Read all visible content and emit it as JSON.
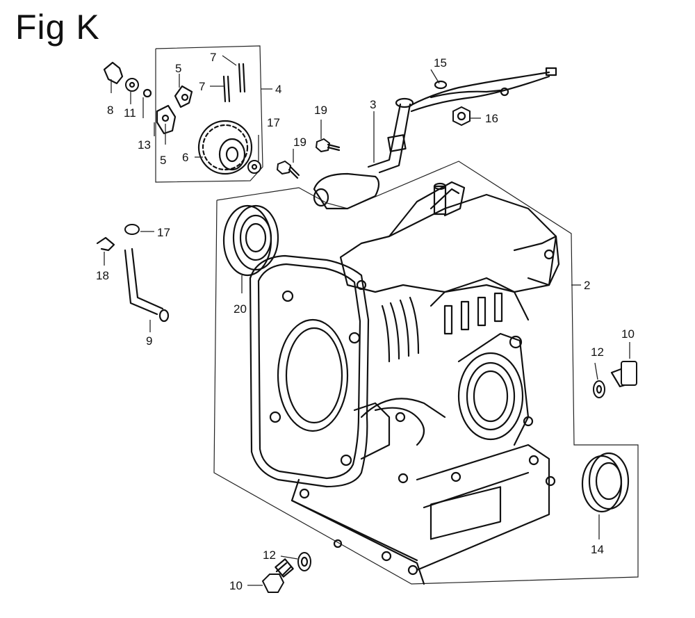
{
  "figure": {
    "title": "Fig K"
  },
  "callouts": {
    "p2": "2",
    "p3": "3",
    "p4": "4",
    "p5a": "5",
    "p5b": "5",
    "p6": "6",
    "p7a": "7",
    "p7b": "7",
    "p8": "8",
    "p9": "9",
    "p10a": "10",
    "p10b": "10",
    "p11": "11",
    "p12a": "12",
    "p12b": "12",
    "p13": "13",
    "p14": "14",
    "p15": "15",
    "p16": "16",
    "p17a": "17",
    "p17b": "17",
    "p18": "18",
    "p19a": "19",
    "p19b": "19",
    "p20": "20"
  }
}
